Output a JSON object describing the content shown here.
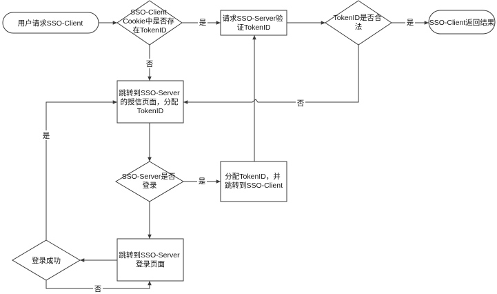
{
  "diagram": {
    "nodes": {
      "start": {
        "lines": [
          "用户请求SSO-Client"
        ]
      },
      "check_cookie": {
        "lines": [
          "SSO-Client",
          "Cookie中是否存",
          "在TokenID"
        ]
      },
      "verify": {
        "lines": [
          "请求SSO-Server验",
          "证TokenID"
        ]
      },
      "token_valid": {
        "lines": [
          "TokenID是否合",
          "法"
        ]
      },
      "end": {
        "lines": [
          "SSO-Client返回结果"
        ]
      },
      "redirect_auth": {
        "lines": [
          "跳转到SSO-Server",
          "的授信页面，分配",
          "TokenID"
        ]
      },
      "server_logged_in": {
        "lines": [
          "SSO-Server是否",
          "登录"
        ]
      },
      "assign_token": {
        "lines": [
          "分配TokenID，并",
          "跳转到SSO-Client"
        ]
      },
      "login_page": {
        "lines": [
          "跳转到SSO-Server",
          "登录页面"
        ]
      },
      "login_success": {
        "lines": [
          "登录成功"
        ]
      }
    },
    "edge_labels": {
      "cookie_yes": "是",
      "cookie_no": "否",
      "valid_yes": "是",
      "valid_no": "否",
      "logged_yes": "是",
      "success_yes": "是",
      "success_no": "否"
    }
  }
}
